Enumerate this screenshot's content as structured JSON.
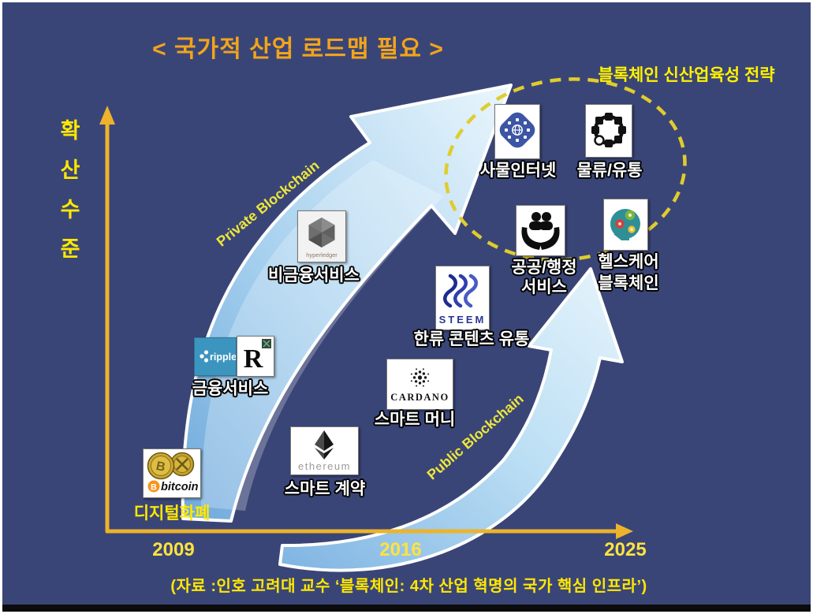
{
  "title": "< 국가적 산업 로드맵 필요 >",
  "strategy_label": "블록체인 신산업육성 전략",
  "axes": {
    "y_label": "확산수준",
    "y_chars": [
      "확",
      "산",
      "수",
      "준"
    ],
    "x_ticks": [
      "2009",
      "2016",
      "2025"
    ]
  },
  "arrows": {
    "private_label": "Private Blockchain",
    "public_label": "Public Blockchain"
  },
  "items": {
    "digital_currency": {
      "label": "디지털화폐"
    },
    "financial_services": {
      "label": "금융서비스"
    },
    "smart_contract": {
      "label": "스마트 계약"
    },
    "non_financial_services": {
      "label": "비금융서비스"
    },
    "smart_money": {
      "label": "스마트 머니"
    },
    "hallyu_content": {
      "label": "한류 콘텐츠 유통"
    },
    "iot": {
      "label": "사물인터넷"
    },
    "logistics": {
      "label": "물류/유통"
    },
    "public_admin": {
      "line1": "공공/행정",
      "line2": "서비스"
    },
    "healthcare": {
      "line1": "헬스케어",
      "line2": "블록체인"
    }
  },
  "logos": {
    "bitcoin": {
      "wordmark": "bitcoin",
      "symbol": "B"
    },
    "ripple": {
      "wordmark": "ripple"
    },
    "r3": {
      "wordmark": "R"
    },
    "ethereum": {
      "wordmark": "ethereum"
    },
    "hyperledger": {
      "wordmark": "hyperledger"
    },
    "cardano": {
      "wordmark": "CARDANO"
    },
    "steem": {
      "wordmark": "STEEM"
    }
  },
  "source": "(자료 :인호 고려대 교수 ‘블록체인: 4차 산업 혁명의 국가 핵심 인프라’)",
  "colors": {
    "background": "#3A4577",
    "title": "#F2A41B",
    "yellow_text": "#FFE800",
    "axis": "#ECB32B",
    "ellipse_dash": "#E0CC2E",
    "arrow_fill_light": "#EAF6FD",
    "arrow_fill_dark": "#7FB4E2"
  }
}
